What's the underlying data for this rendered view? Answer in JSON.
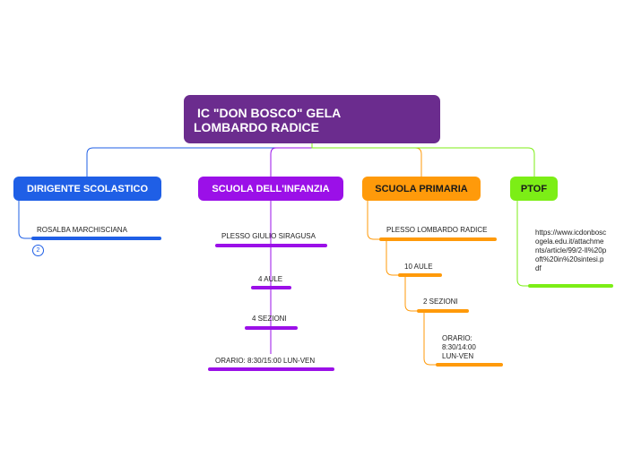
{
  "root": {
    "line1": "IC \"DON BOSCO\" GELA",
    "line2": "LOMBARDO RADICE"
  },
  "colors": {
    "root": "#6b2c8e",
    "dirigente": "#1f5fe6",
    "infanzia": "#9b10e8",
    "primaria": "#ff9a0a",
    "ptof": "#7cee16"
  },
  "branches": {
    "dirigente": {
      "label": "DIRIGENTE SCOLASTICO",
      "children": [
        {
          "label": "ROSALBA MARCHISCIANA",
          "badge": "2"
        }
      ]
    },
    "infanzia": {
      "label": "SCUOLA DELL'INFANZIA",
      "children": [
        {
          "label": "PLESSO GIULIO SIRAGUSA"
        },
        {
          "label": "4 AULE"
        },
        {
          "label": "4 SEZIONI"
        },
        {
          "label": "ORARIO: 8:30/15:00 LUN-VEN"
        }
      ]
    },
    "primaria": {
      "label": "SCUOLA PRIMARIA",
      "children": [
        {
          "label": "PLESSO LOMBARDO RADICE"
        },
        {
          "label": "10 AULE"
        },
        {
          "label": "2 SEZIONI"
        },
        {
          "label": "ORARIO: 8:30/14:00 LUN-VEN"
        }
      ]
    },
    "ptof": {
      "label": "PTOF",
      "children": [
        {
          "label": "https://www.icdonboscogela.edu.it/attachments/article/99/2-Il%20poft%20in%20sintesi.pdf"
        }
      ]
    }
  }
}
